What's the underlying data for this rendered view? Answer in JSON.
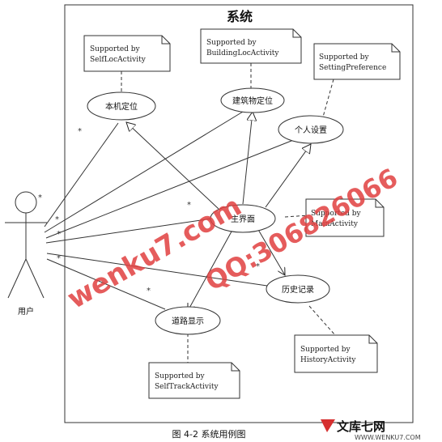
{
  "system": {
    "title": "系统"
  },
  "actor": {
    "label": "用户"
  },
  "use_cases": {
    "self_loc": "本机定位",
    "building_loc": "建筑物定位",
    "settings": "个人设置",
    "main": "主界面",
    "history": "历史记录",
    "track": "道路显示"
  },
  "notes": {
    "self_loc": {
      "line1": "Supported by",
      "line2": "SelfLocActivity"
    },
    "building_loc": {
      "line1": "Supported by",
      "line2": "BuildingLocActivity"
    },
    "settings": {
      "line1": "Supported by",
      "line2": "SettingPreference"
    },
    "main": {
      "line1": "Supported by",
      "line2": "MainActivity"
    },
    "history": {
      "line1": "Supported by",
      "line2": "HistoryActivity"
    },
    "track": {
      "line1": "Supported by",
      "line2": "SelfTrackActivity"
    }
  },
  "multiplicity": "*",
  "caption": "图 4-2  系统用例图",
  "watermark": {
    "line1": "wenku7.com",
    "line2": "QQ:306826066"
  },
  "brand": {
    "name": "文库七网",
    "url": "WWW.WENKU7.COM"
  }
}
